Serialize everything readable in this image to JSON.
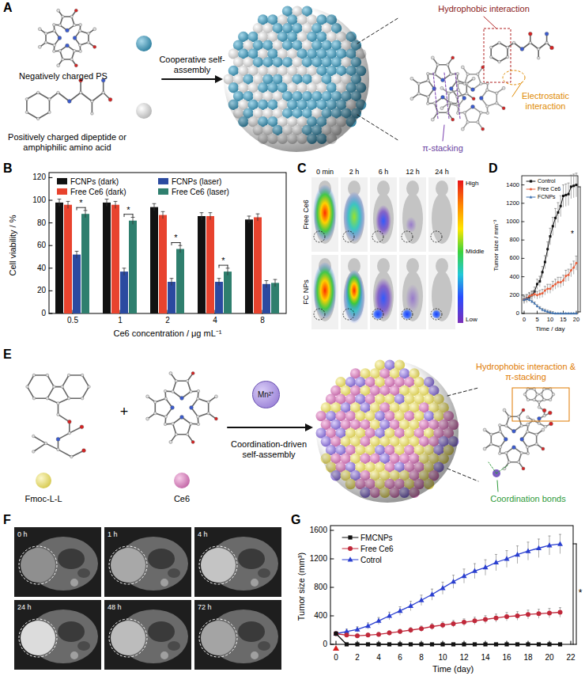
{
  "diagram": {
    "nodes": [
      {
        "text": [
          "Mn²⁺"
        ]
      }
    ],
    "labels": [
      "A",
      "Negatively charged PS",
      "Positively charged dipeptide or amphiphilic amino acid",
      "Cooperative self-assembly",
      "Hydrophobic interaction",
      "Electrostatic interaction",
      "π-stacking",
      "B",
      "Cell viability / %",
      "0",
      "20",
      "40",
      "60",
      "80",
      "100",
      "120",
      "0.5",
      "1",
      "2",
      "4",
      "8",
      "Ce6 concentration / μg mL⁻¹",
      "*",
      "*",
      "*",
      "*",
      "C",
      "0 min",
      "2 h",
      "6 h",
      "12 h",
      "24 h",
      "Free Ce6",
      "FC NPs",
      "High",
      "Middle",
      "Low",
      "D",
      "Tumor size / mm⁻³",
      "0",
      "200",
      "400",
      "600",
      "800",
      "1000",
      "1200",
      "1400",
      "0",
      "5",
      "10",
      "15",
      "20",
      "Time / day",
      "*",
      "E",
      "+",
      "Fmoc-L-L",
      "Ce6",
      "Coordination-driven self-assembly",
      "Hydrophobic interaction & π-stacking",
      "Coordination bonds",
      "F",
      "0 h",
      "1 h",
      "4 h",
      "24 h",
      "48 h",
      "72 h",
      "G",
      "Tumor size (mm³)",
      "0",
      "400",
      "800",
      "1200",
      "1600",
      "0",
      "2",
      "4",
      "6",
      "8",
      "10",
      "12",
      "14",
      "16",
      "18",
      "20",
      "22",
      "Time (day)",
      "*"
    ],
    "legend": [
      {
        "text": "FCNPs (dark)",
        "color": "#111111"
      },
      {
        "text": "Free Ce6 (dark)",
        "color": "#e8432e"
      },
      {
        "text": "FCNPs (laser)",
        "color": "#2b4aa0"
      },
      {
        "text": "Free Ce6 (laser)",
        "color": "#2f7f6e"
      },
      {
        "text": "Control"
      },
      {
        "text": "Free Ce6"
      },
      {
        "text": "FCNPs"
      },
      {
        "text": "FMCNPs"
      },
      {
        "text": "Free Ce6"
      },
      {
        "text": "Cotrol"
      }
    ]
  }
}
